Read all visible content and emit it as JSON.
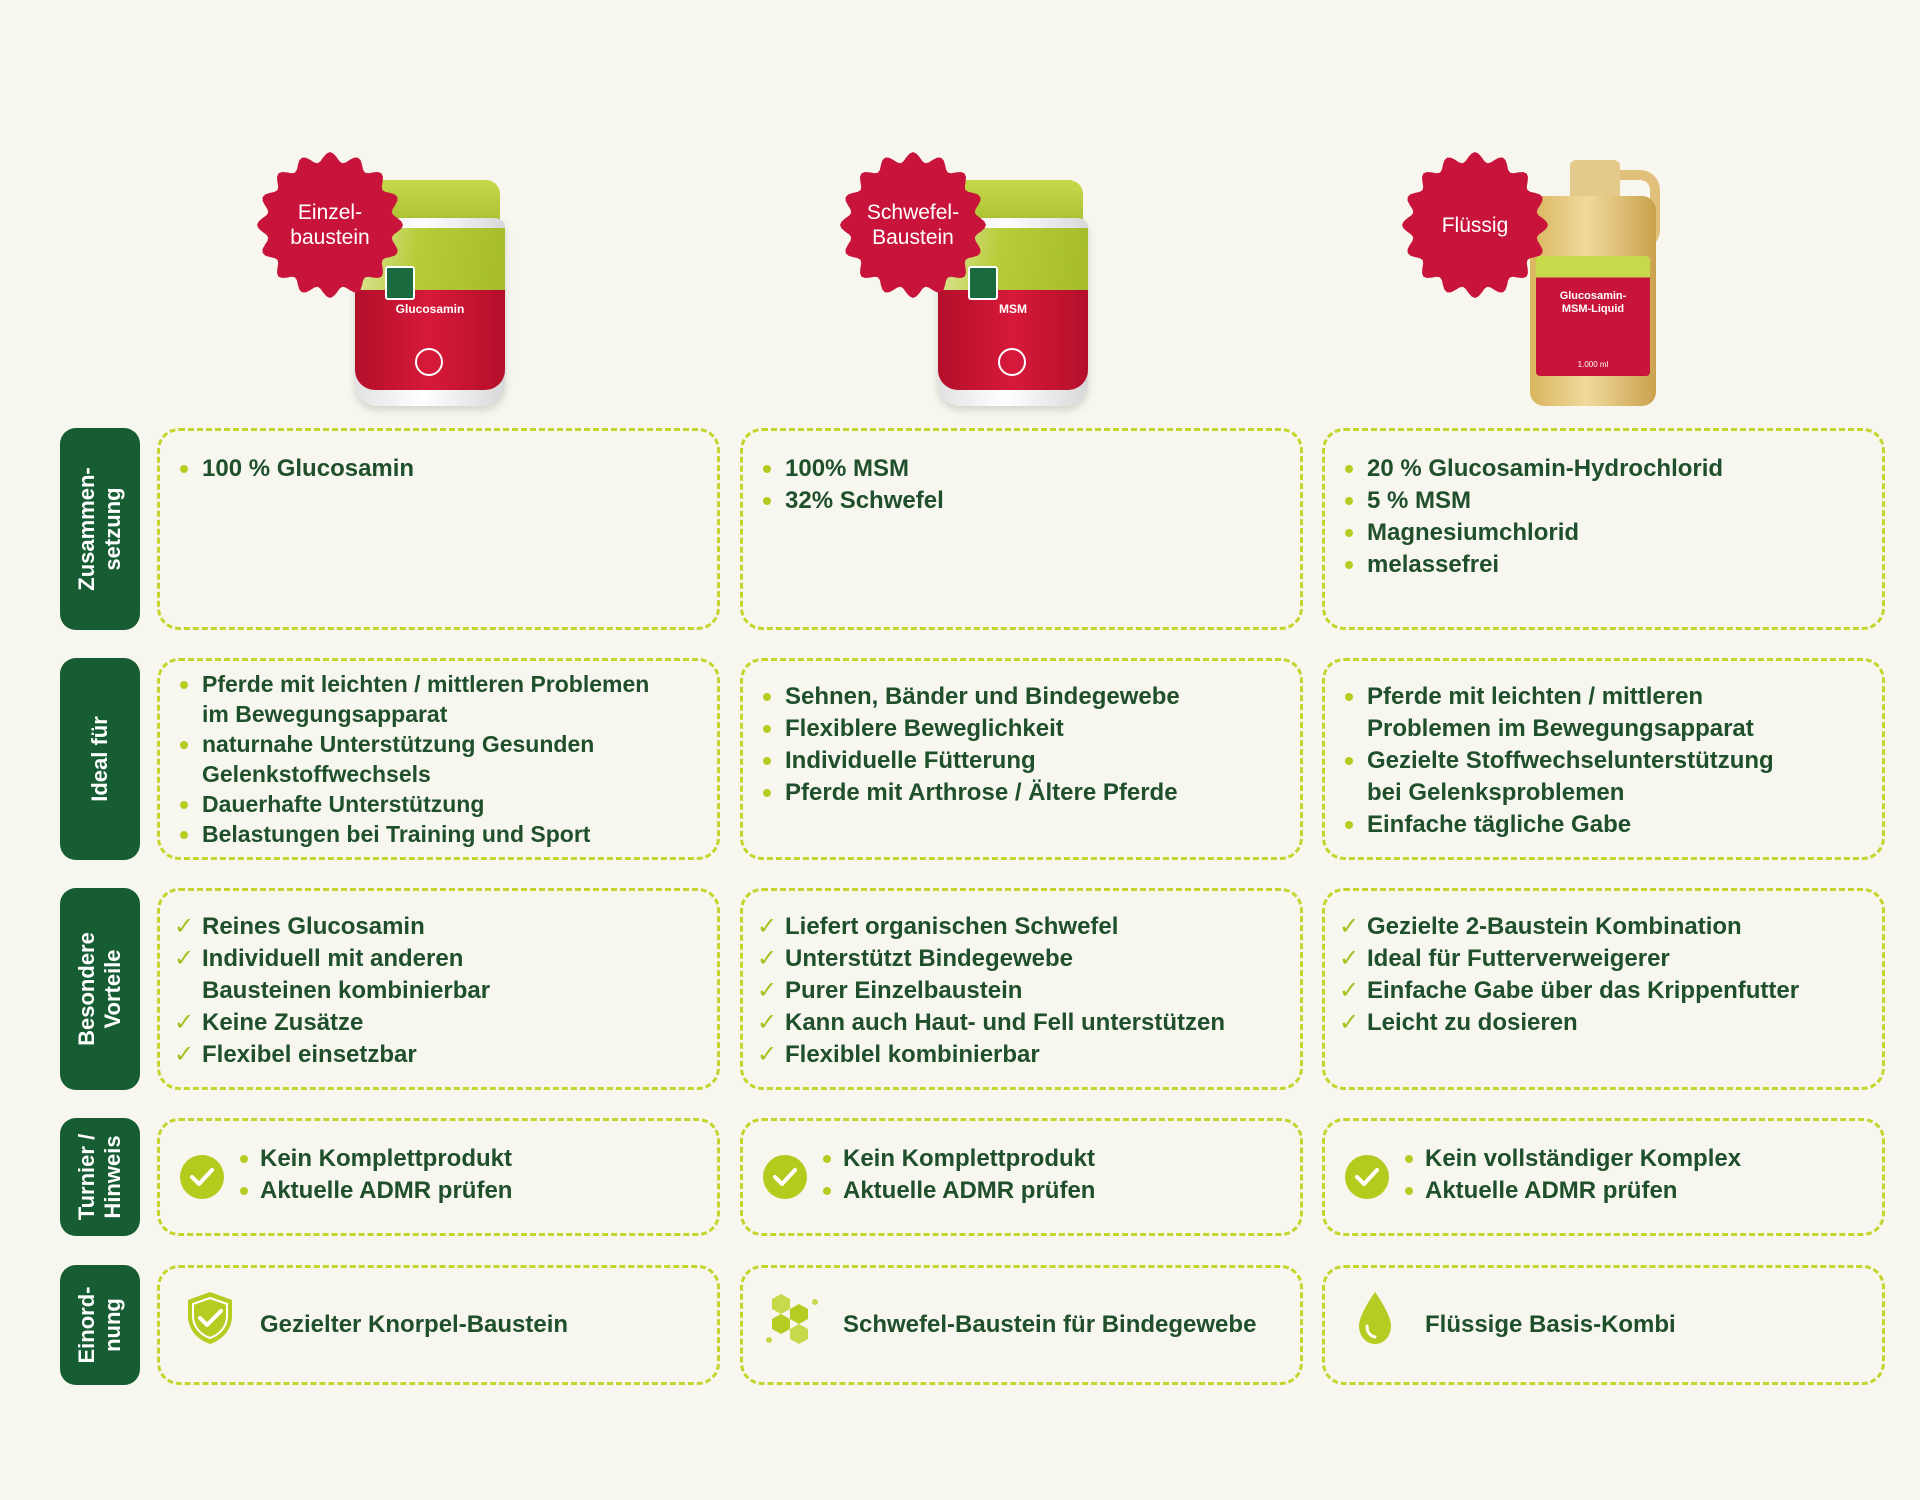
{
  "colors": {
    "background": "#f7f7ef",
    "label_bg": "#175d33",
    "text_dark_green": "#1f4f2b",
    "accent_lime": "#c6d52e",
    "badge_red": "#c8143a"
  },
  "products": [
    {
      "badge": "Einzel-\nbaustein",
      "name": "Glucosamin",
      "pack": "tub"
    },
    {
      "badge": "Schwefel-\nBaustein",
      "name": "MSM",
      "pack": "tub"
    },
    {
      "badge": "Flüssig",
      "name": "Glucosamin-\nMSM-Liquid",
      "volume": "1.000 ml",
      "pack": "bottle"
    }
  ],
  "rows": [
    {
      "key": "zusammensetzung",
      "label": "Zusammen-\nsetzung",
      "columns": [
        {
          "style": "bullet",
          "items": [
            "100 % Glucosamin"
          ]
        },
        {
          "style": "bullet",
          "items": [
            "100% MSM",
            "32% Schwefel"
          ]
        },
        {
          "style": "bullet",
          "items": [
            "20 % Glucosamin-Hydrochlorid",
            "5 % MSM",
            "Magnesiumchlorid",
            "melassefrei"
          ]
        }
      ]
    },
    {
      "key": "ideal",
      "label": "Ideal für",
      "columns": [
        {
          "style": "bullet",
          "items": [
            {
              "text": "Pferde mit leichten / mittleren Problemen",
              "bullet": true
            },
            {
              "text": "im Bewegungsapparat",
              "bullet": false
            },
            {
              "text": "naturnahe Unterstützung Gesunden",
              "bullet": true
            },
            {
              "text": "Gelenkstoffwechsels",
              "bullet": false
            },
            {
              "text": "Dauerhafte Unterstützung",
              "bullet": true
            },
            {
              "text": "Belastungen bei Training und Sport",
              "bullet": true
            }
          ]
        },
        {
          "style": "bullet",
          "items": [
            {
              "text": "Sehnen, Bänder und Bindegewebe",
              "bullet": true
            },
            {
              "text": "Flexiblere Beweglichkeit",
              "bullet": true
            },
            {
              "text": "Individuelle Fütterung",
              "bullet": true
            },
            {
              "text": "Pferde mit Arthrose / Ältere Pferde",
              "bullet": true
            }
          ]
        },
        {
          "style": "bullet",
          "items": [
            {
              "text": "Pferde mit leichten / mittleren",
              "bullet": true
            },
            {
              "text": "Problemen im Bewegungsapparat",
              "bullet": false
            },
            {
              "text": "Gezielte Stoffwechselunterstützung",
              "bullet": true
            },
            {
              "text": "bei Gelenksproblemen",
              "bullet": false
            },
            {
              "text": "Einfache tägliche Gabe",
              "bullet": true
            }
          ]
        }
      ]
    },
    {
      "key": "vorteile",
      "label": "Besondere\nVorteile",
      "columns": [
        {
          "style": "check",
          "items": [
            {
              "text": "Reines Glucosamin",
              "bullet": true
            },
            {
              "text": "Individuell mit anderen",
              "bullet": true
            },
            {
              "text": "Bausteinen kombinierbar",
              "bullet": false
            },
            {
              "text": "Keine Zusätze",
              "bullet": true
            },
            {
              "text": "Flexibel einsetzbar",
              "bullet": true
            }
          ]
        },
        {
          "style": "check",
          "items": [
            {
              "text": "Liefert organischen Schwefel",
              "bullet": true
            },
            {
              "text": "Unterstützt Bindegewebe",
              "bullet": true
            },
            {
              "text": "Purer Einzelbaustein",
              "bullet": true
            },
            {
              "text": "Kann auch Haut- und Fell unterstützen",
              "bullet": true
            },
            {
              "text": "Flexiblel kombinierbar",
              "bullet": true
            }
          ]
        },
        {
          "style": "check",
          "items": [
            {
              "text": "Gezielte 2-Baustein Kombination",
              "bullet": true
            },
            {
              "text": "Ideal für Futterverweigerer",
              "bullet": true
            },
            {
              "text": "Einfache Gabe über das Krippenfutter",
              "bullet": true
            },
            {
              "text": "Leicht zu dosieren",
              "bullet": true
            }
          ]
        }
      ]
    },
    {
      "key": "turnier",
      "label": "Turnier /\nHinweis",
      "columns": [
        {
          "items": [
            "Kein Komplettprodukt",
            "Aktuelle ADMR prüfen"
          ]
        },
        {
          "items": [
            "Kein Komplettprodukt",
            "Aktuelle ADMR prüfen"
          ]
        },
        {
          "items": [
            "Kein vollständiger Komplex",
            "Aktuelle ADMR prüfen"
          ]
        }
      ]
    },
    {
      "key": "einordnung",
      "label": "Einord-\nnung",
      "columns": [
        {
          "icon": "shield-check-icon",
          "text": "Gezielter Knorpel-Baustein"
        },
        {
          "icon": "molecule-icon",
          "text": "Schwefel-Baustein für Bindegewebe"
        },
        {
          "icon": "drop-icon",
          "text": "Flüssige Basis-Kombi"
        }
      ]
    }
  ]
}
